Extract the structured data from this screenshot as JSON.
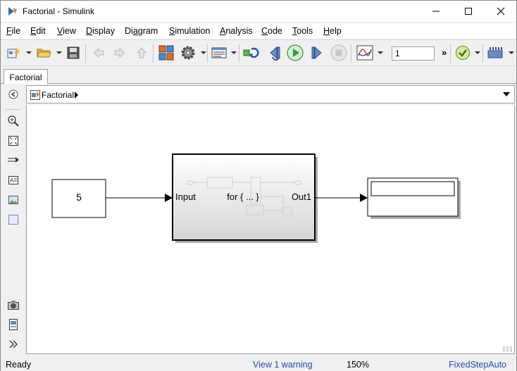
{
  "window": {
    "title": "Factorial - Simulink"
  },
  "menu": {
    "items": [
      {
        "label": "File",
        "hotkey_index": 0
      },
      {
        "label": "Edit",
        "hotkey_index": 0
      },
      {
        "label": "View",
        "hotkey_index": 0
      },
      {
        "label": "Display",
        "hotkey_index": 0
      },
      {
        "label": "Diagram",
        "hotkey_index": 2
      },
      {
        "label": "Simulation",
        "hotkey_index": 0
      },
      {
        "label": "Analysis",
        "hotkey_index": 0
      },
      {
        "label": "Code",
        "hotkey_index": 0
      },
      {
        "label": "Tools",
        "hotkey_index": 0
      },
      {
        "label": "Help",
        "hotkey_index": 0
      }
    ]
  },
  "toolbar": {
    "stop_time": "1",
    "overflow": "»"
  },
  "tabs": {
    "active": "Factorial"
  },
  "address": {
    "path": "Factorial"
  },
  "diagram": {
    "constant_value": "5",
    "subsystem_input_label": "Input",
    "subsystem_body_label": "for { ... }",
    "subsystem_output_label": "Out1",
    "display_value": ""
  },
  "status": {
    "state": "Ready",
    "warning": "View 1 warning",
    "zoom": "150%",
    "solver": "FixedStepAuto"
  },
  "colors": {
    "accent_blue": "#1f5ea8",
    "run_green": "#2e9d3a",
    "status_link": "#1f4ea8"
  }
}
